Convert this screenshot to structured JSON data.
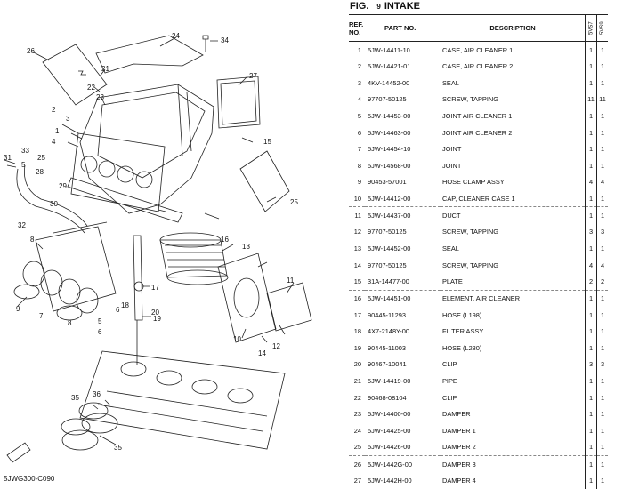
{
  "figure": {
    "label": "FIG.",
    "number": "9",
    "title": "INTAKE"
  },
  "diagram_code": "5JWG300-C090",
  "callouts": [
    "26",
    "24",
    "34",
    "21",
    "22",
    "23",
    "27",
    "2",
    "3",
    "1",
    "4",
    "15",
    "31",
    "33",
    "25",
    "5",
    "28",
    "29",
    "30",
    "32",
    "25",
    "16",
    "13",
    "11",
    "8",
    "9",
    "7",
    "6",
    "5",
    "17",
    "20",
    "10",
    "12",
    "18",
    "19",
    "14",
    "8",
    "6",
    "35",
    "36",
    "35"
  ],
  "columns": {
    "ref": "REF.\nNO.",
    "part": "PART NO.",
    "desc": "DESCRIPTION",
    "m1": "5VS7",
    "m2": "5VS9"
  },
  "rows": [
    {
      "ref": "1",
      "part": "5JW-14411-10",
      "desc": "CASE, AIR CLEANER 1",
      "q1": "1",
      "q2": "1",
      "grp": false
    },
    {
      "ref": "2",
      "part": "5JW-14421-01",
      "desc": "CASE, AIR CLEANER 2",
      "q1": "1",
      "q2": "1",
      "grp": false
    },
    {
      "ref": "3",
      "part": "4KV-14452-00",
      "desc": "SEAL",
      "q1": "1",
      "q2": "1",
      "grp": false
    },
    {
      "ref": "4",
      "part": "97707-50125",
      "desc": "SCREW, TAPPING",
      "q1": "11",
      "q2": "11",
      "grp": false
    },
    {
      "ref": "5",
      "part": "5JW-14453-00",
      "desc": "JOINT AIR CLEANER 1",
      "q1": "1",
      "q2": "1",
      "grp": false
    },
    {
      "ref": "6",
      "part": "5JW-14463-00",
      "desc": "JOINT AIR CLEANER 2",
      "q1": "1",
      "q2": "1",
      "grp": true
    },
    {
      "ref": "7",
      "part": "5JW-14454-10",
      "desc": "JOINT",
      "q1": "1",
      "q2": "1",
      "grp": false
    },
    {
      "ref": "8",
      "part": "5JW-14568-00",
      "desc": "JOINT",
      "q1": "1",
      "q2": "1",
      "grp": false
    },
    {
      "ref": "9",
      "part": "90453-57001",
      "desc": "HOSE CLAMP ASSY",
      "q1": "4",
      "q2": "4",
      "grp": false
    },
    {
      "ref": "10",
      "part": "5JW-14412-00",
      "desc": "CAP, CLEANER CASE 1",
      "q1": "1",
      "q2": "1",
      "grp": false
    },
    {
      "ref": "11",
      "part": "5JW-14437-00",
      "desc": "DUCT",
      "q1": "1",
      "q2": "1",
      "grp": true
    },
    {
      "ref": "12",
      "part": "97707-50125",
      "desc": "SCREW, TAPPING",
      "q1": "3",
      "q2": "3",
      "grp": false
    },
    {
      "ref": "13",
      "part": "5JW-14452-00",
      "desc": "SEAL",
      "q1": "1",
      "q2": "1",
      "grp": false
    },
    {
      "ref": "14",
      "part": "97707-50125",
      "desc": "SCREW, TAPPING",
      "q1": "4",
      "q2": "4",
      "grp": false
    },
    {
      "ref": "15",
      "part": "31A-14477-00",
      "desc": "PLATE",
      "q1": "2",
      "q2": "2",
      "grp": false
    },
    {
      "ref": "16",
      "part": "5JW-14451-00",
      "desc": "ELEMENT, AIR CLEANER",
      "q1": "1",
      "q2": "1",
      "grp": true
    },
    {
      "ref": "17",
      "part": "90445-11293",
      "desc": "HOSE (L198)",
      "q1": "1",
      "q2": "1",
      "grp": false
    },
    {
      "ref": "18",
      "part": "4X7-2148Y-00",
      "desc": "FILTER ASSY",
      "q1": "1",
      "q2": "1",
      "grp": false
    },
    {
      "ref": "19",
      "part": "90445-11003",
      "desc": "HOSE (L280)",
      "q1": "1",
      "q2": "1",
      "grp": false
    },
    {
      "ref": "20",
      "part": "90467-10041",
      "desc": "CLIP",
      "q1": "3",
      "q2": "3",
      "grp": false
    },
    {
      "ref": "21",
      "part": "5JW-14419-00",
      "desc": "PIPE",
      "q1": "1",
      "q2": "1",
      "grp": true
    },
    {
      "ref": "22",
      "part": "90468-08104",
      "desc": "CLIP",
      "q1": "1",
      "q2": "1",
      "grp": false
    },
    {
      "ref": "23",
      "part": "5JW-14400-00",
      "desc": "DAMPER",
      "q1": "1",
      "q2": "1",
      "grp": false
    },
    {
      "ref": "24",
      "part": "5JW-14425-00",
      "desc": "DAMPER 1",
      "q1": "1",
      "q2": "1",
      "grp": false
    },
    {
      "ref": "25",
      "part": "5JW-14426-00",
      "desc": "DAMPER 2",
      "q1": "1",
      "q2": "1",
      "grp": false
    },
    {
      "ref": "26",
      "part": "5JW-1442G-00",
      "desc": "DAMPER 3",
      "q1": "1",
      "q2": "1",
      "grp": true
    },
    {
      "ref": "27",
      "part": "5JW-1442H-00",
      "desc": "DAMPER 4",
      "q1": "1",
      "q2": "1",
      "grp": false
    }
  ]
}
